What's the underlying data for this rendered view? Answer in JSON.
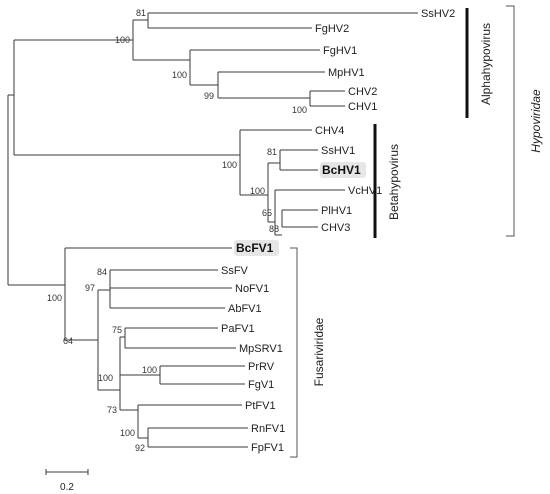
{
  "taxa": {
    "SsHV2": "SsHV2",
    "FgHV2": "FgHV2",
    "FgHV1": "FgHV1",
    "MpHV1": "MpHV1",
    "CHV2": "CHV2",
    "CHV1": "CHV1",
    "CHV4": "CHV4",
    "SsHV1": "SsHV1",
    "BcHV1": "BcHV1",
    "VcHV1": "VcHV1",
    "PlHV1": "PlHV1",
    "CHV3": "CHV3",
    "BcFV1": "BcFV1",
    "SsFV": "SsFV",
    "NoFV1": "NoFV1",
    "AbFV1": "AbFV1",
    "PaFV1": "PaFV1",
    "MpSRV1": "MpSRV1",
    "PrRV": "PrRV",
    "FgV1": "FgV1",
    "PtFV1": "PtFV1",
    "RnFV1": "RnFV1",
    "FpFV1": "FpFV1"
  },
  "support": {
    "n81a": "81",
    "n100a": "100",
    "n100b": "100",
    "n99": "99",
    "n100c": "100",
    "n100d": "100",
    "n81b": "81",
    "n100e": "100",
    "n65": "65",
    "n88": "88",
    "n84": "84",
    "n97": "97",
    "n100f": "100",
    "n64": "64",
    "n75": "75",
    "n100g": "100",
    "n100h": "100",
    "n73": "73",
    "n100i": "100",
    "n92": "92"
  },
  "clades": {
    "alpha": "Alphahypovirus",
    "beta": "Betahypovirus",
    "hypoviridae": "Hypoviridae",
    "fusariviridae": "Fusariviridae"
  },
  "scale": {
    "label": "0.2",
    "value": 0.2
  }
}
